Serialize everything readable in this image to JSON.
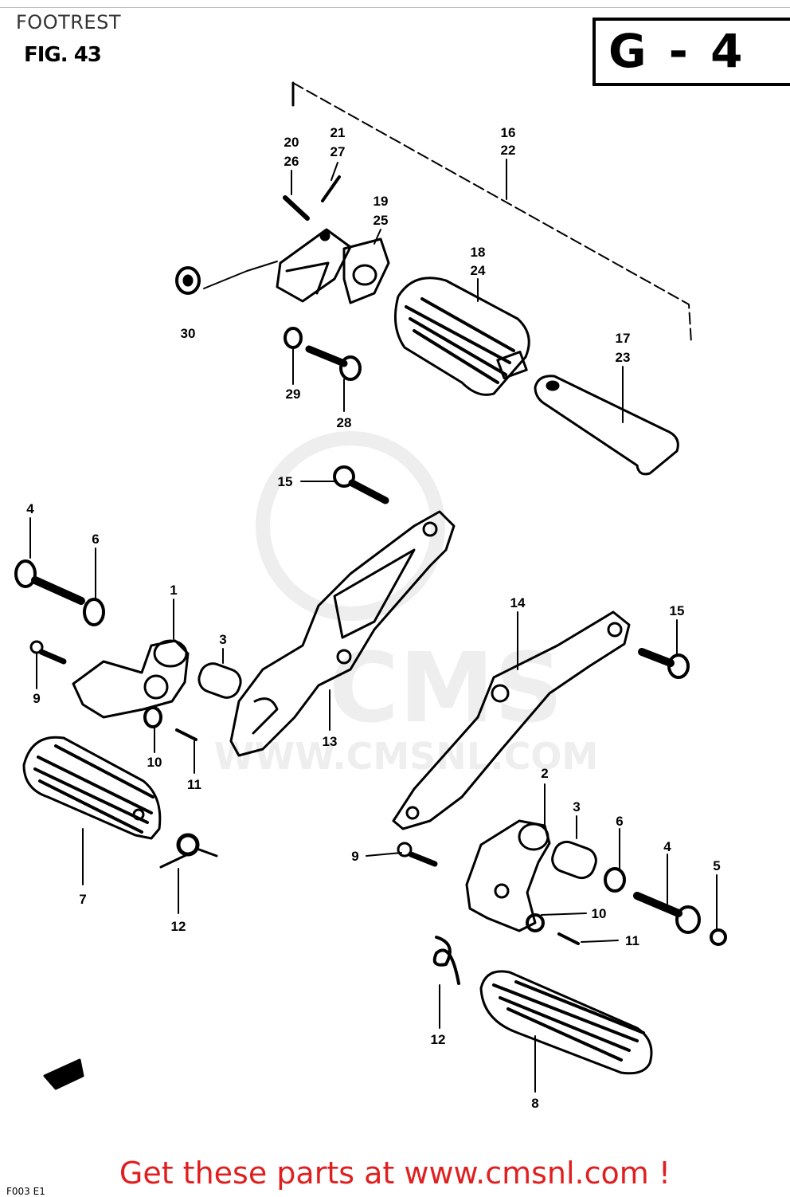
{
  "header": {
    "title": "FOOTREST",
    "figure_label": "FIG. 43",
    "section_code": "G - 4"
  },
  "watermark": {
    "brand": "CMS",
    "url": "WWW.CMSNL.COM"
  },
  "callouts": {
    "c1": "1",
    "c2": "2",
    "c3a": "3",
    "c3b": "3",
    "c4a": "4",
    "c4b": "4",
    "c5": "5",
    "c6a": "6",
    "c6b": "6",
    "c7": "7",
    "c8": "8",
    "c9a": "9",
    "c9b": "9",
    "c10a": "10",
    "c10b": "10",
    "c11a": "11",
    "c11b": "11",
    "c12a": "12",
    "c12b": "12",
    "c13": "13",
    "c14": "14",
    "c15a": "15",
    "c15b": "15",
    "c16": "16",
    "c22": "22",
    "c17": "17",
    "c23": "23",
    "c18": "18",
    "c24": "24",
    "c19": "19",
    "c25": "25",
    "c20": "20",
    "c26": "26",
    "c21": "21",
    "c27": "27",
    "c28": "28",
    "c29": "29",
    "c30": "30"
  },
  "footer": {
    "link_text": "Get these parts at www.cmsnl.com !",
    "corner_code": "F003 E1"
  }
}
